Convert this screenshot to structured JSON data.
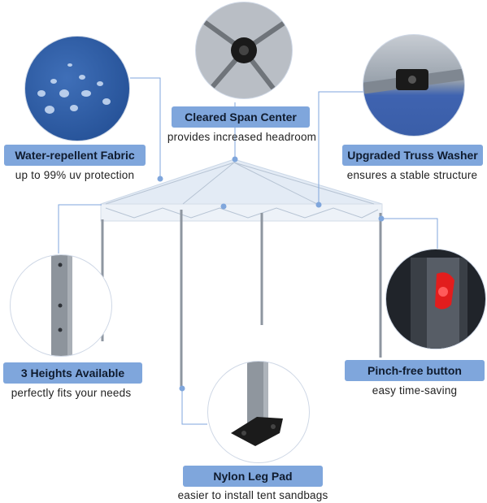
{
  "features": {
    "cleared_span": {
      "title": "Cleared Span Center",
      "desc": "provides increased headroom"
    },
    "water_fabric": {
      "title": "Water-repellent Fabric",
      "desc": "up to 99% uv protection"
    },
    "truss_washer": {
      "title": "Upgraded Truss Washer",
      "desc": "ensures a stable structure"
    },
    "heights": {
      "title": "3 Heights Available",
      "desc": "perfectly fits your needs"
    },
    "pinch_button": {
      "title": "Pinch-free button",
      "desc": "easy time-saving"
    },
    "leg_pad": {
      "title": "Nylon Leg Pad",
      "desc": "easier to install tent  sandbags"
    }
  },
  "colors": {
    "badge": "#7fa6dc",
    "connector": "#7fa6dc",
    "canopy": "#dfe8f3",
    "frame": "#8e96a0"
  }
}
